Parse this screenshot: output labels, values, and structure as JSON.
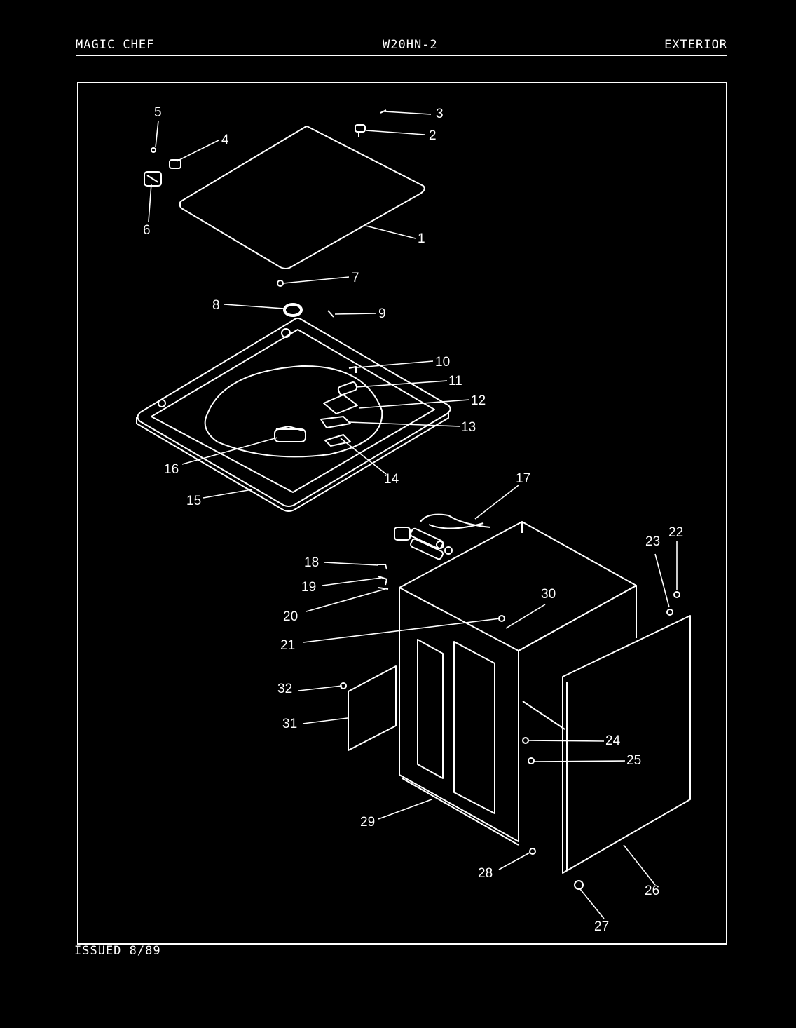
{
  "header": {
    "brand": "MAGIC CHEF",
    "model": "W20HN-2",
    "section": "EXTERIOR"
  },
  "footer": {
    "issued": "ISSUED 8/89"
  },
  "callouts": [
    "1",
    "2",
    "3",
    "4",
    "5",
    "6",
    "7",
    "8",
    "9",
    "10",
    "11",
    "12",
    "13",
    "14",
    "15",
    "16",
    "17",
    "18",
    "19",
    "20",
    "21",
    "22",
    "23",
    "24",
    "25",
    "26",
    "27",
    "28",
    "29",
    "30",
    "31",
    "32"
  ],
  "colors": {
    "background": "#000000",
    "ink": "#ffffff"
  }
}
